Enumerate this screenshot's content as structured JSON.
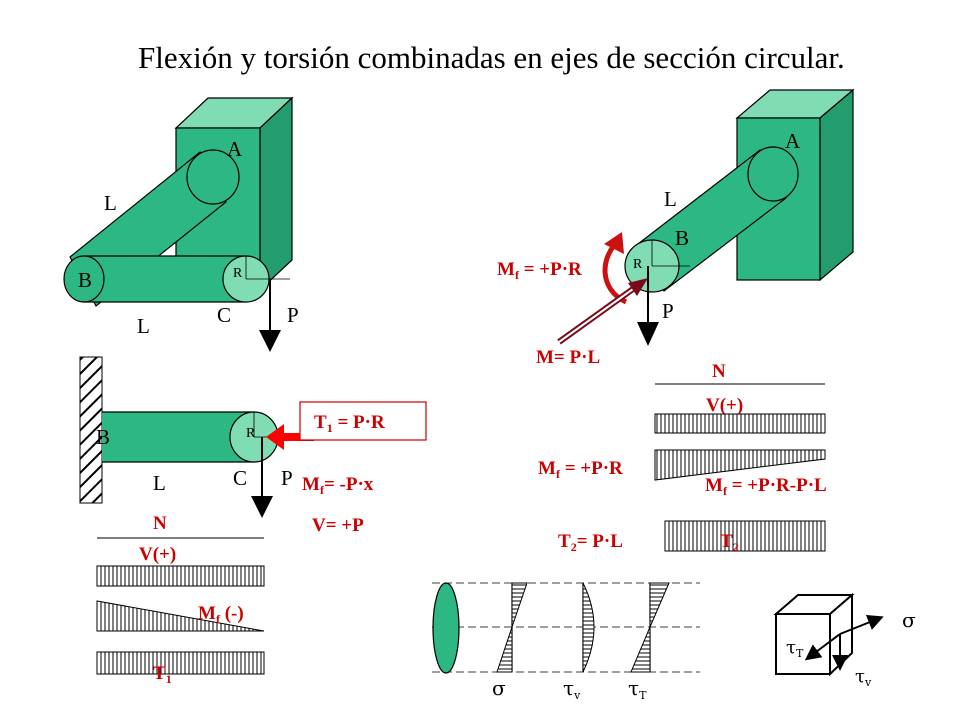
{
  "title": "Flexión y torsión combinadas en ejes de sección circular.",
  "colors": {
    "green": "#2db883",
    "green_light": "#7fdcb3",
    "load_red": "#ff0000",
    "label_red": "#cc0000",
    "moment_arrow": "#cc1111",
    "dark_arrow": "#7a0a1a"
  },
  "fig1": {
    "a": "A",
    "b": "B",
    "c": "C",
    "l_top": "L",
    "l_bottom": "L",
    "r": "R",
    "p": "P"
  },
  "fig2": {
    "a": "A",
    "b": "B",
    "l": "L",
    "r": "R",
    "p": "P",
    "mf": "M",
    "mf_sub": "f",
    "mf_val": " = +P·R",
    "m": "M= P·L"
  },
  "fig3": {
    "b": "B",
    "c": "C",
    "l": "L",
    "r": "R",
    "p": "P",
    "t1": "T",
    "t1_sub": "1",
    "t1_val": " = P·R",
    "mf": "M",
    "mf_sub": "f",
    "mf_val": "= -P·x",
    "v": "V= +P"
  },
  "diag_left": {
    "n": "N",
    "v": "V(+)",
    "mf": "M",
    "mf_sub": "f",
    "mf_val": " (-)",
    "t": "T",
    "t_sub": "1"
  },
  "diag_right": {
    "n": "N",
    "v": "V(+)",
    "mf_left": "M",
    "mf_left_sub": "f",
    "mf_left_val": " = +P·R",
    "mf_right": "M",
    "mf_right_sub": "f",
    "mf_right_val": " = +P·R-P·L",
    "t2": "T",
    "t2_sub": "2",
    "t2_val": "= P·L",
    "t": "T",
    "t_sub": "2"
  },
  "stress": {
    "sigma": "σ",
    "tau": "τ",
    "tau_v_sub": "v",
    "tau_t_sub": "T"
  },
  "element": {
    "sigma": "σ",
    "tau": "τ",
    "tau_t_sub": "T",
    "tau_v_sub": "v"
  }
}
